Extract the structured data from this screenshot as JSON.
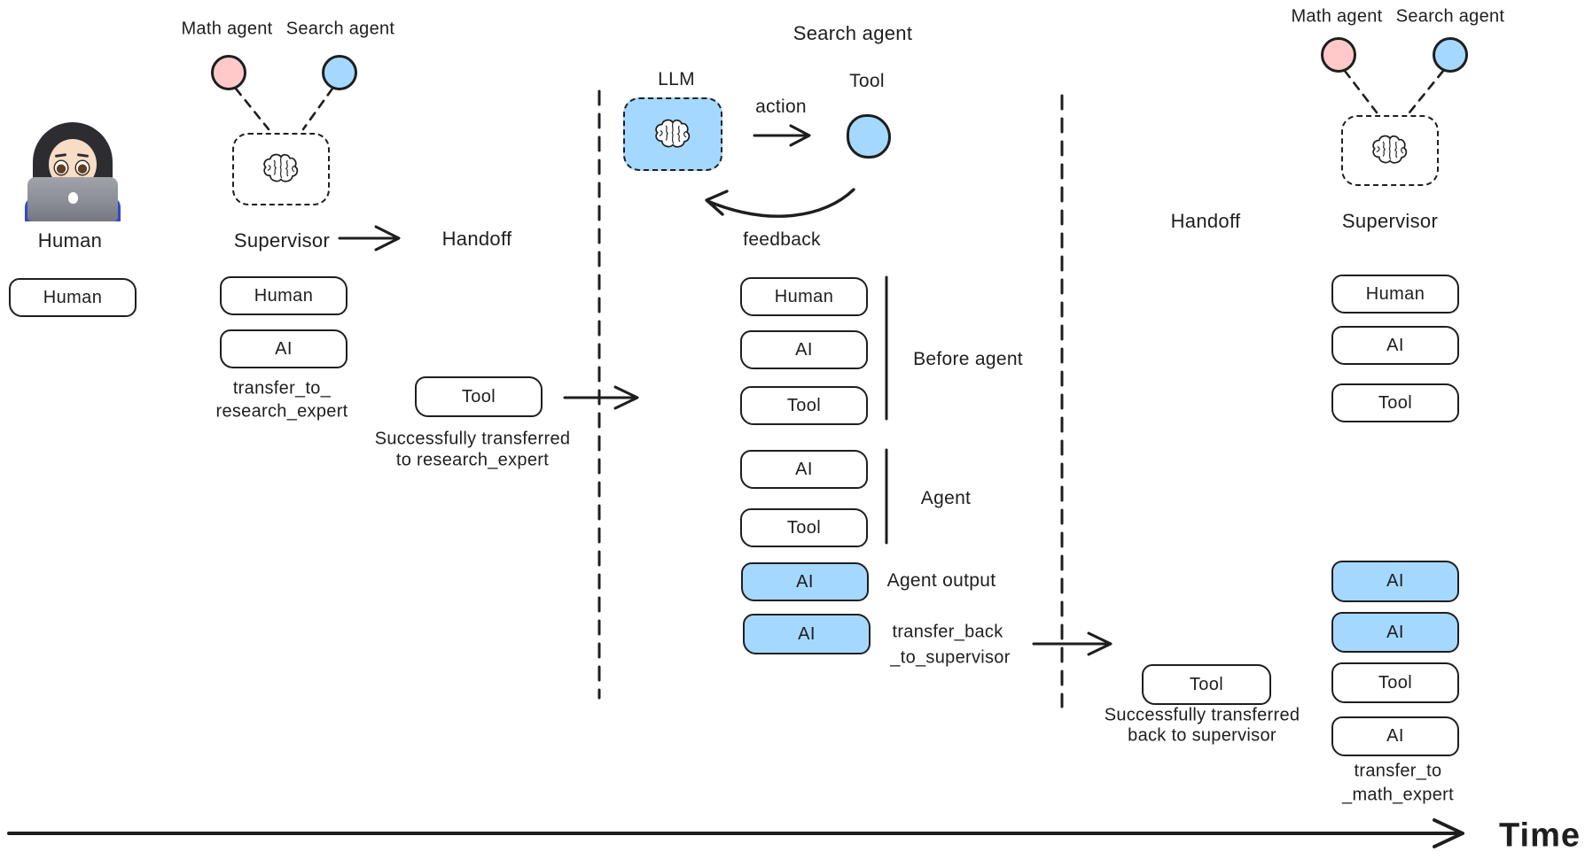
{
  "colors": {
    "highlight_blue": "#a5d8ff",
    "agent_pink": "#ffc9c9",
    "stroke": "#1e1e1e",
    "background": "#ffffff"
  },
  "icons": {
    "human_avatar": "woman-technologist-emoji",
    "brain": "brain-icon"
  },
  "left": {
    "persona_label": "Human",
    "message_box": "Human"
  },
  "sup1": {
    "math_agent": "Math agent",
    "search_agent": "Search agent",
    "name": "Supervisor",
    "handoff": "Handoff",
    "messages": [
      "Human",
      "AI"
    ],
    "note_line1": "transfer_to_",
    "note_line2": "research_expert",
    "tool_message": "Tool",
    "tool_note_line1": "Successfully transferred",
    "tool_note_line2": "to research_expert"
  },
  "mid": {
    "title": "Search agent",
    "llm_label": "LLM",
    "tool_label": "Tool",
    "action_label": "action",
    "feedback_label": "feedback",
    "messages_before": [
      "Human",
      "AI",
      "Tool"
    ],
    "bracket_before": "Before agent",
    "messages_agent": [
      "AI",
      "Tool"
    ],
    "bracket_agent": "Agent",
    "agent_output_message": "AI",
    "agent_output_label": "Agent output",
    "transfer_message": "AI",
    "transfer_label_line1": "transfer_back",
    "transfer_label_line2": "_to_supervisor"
  },
  "hand2": {
    "name": "Handoff",
    "tool_message": "Tool",
    "note_line1": "Successfully transferred",
    "note_line2": "back to supervisor"
  },
  "sup2": {
    "math_agent": "Math agent",
    "search_agent": "Search agent",
    "name": "Supervisor",
    "messages_top": [
      "Human",
      "AI",
      "Tool"
    ],
    "messages_bottom": [
      "AI",
      "AI",
      "Tool",
      "AI"
    ],
    "note_line1": "transfer_to",
    "note_line2": "_math_expert"
  },
  "timeline": {
    "label": "Time"
  }
}
